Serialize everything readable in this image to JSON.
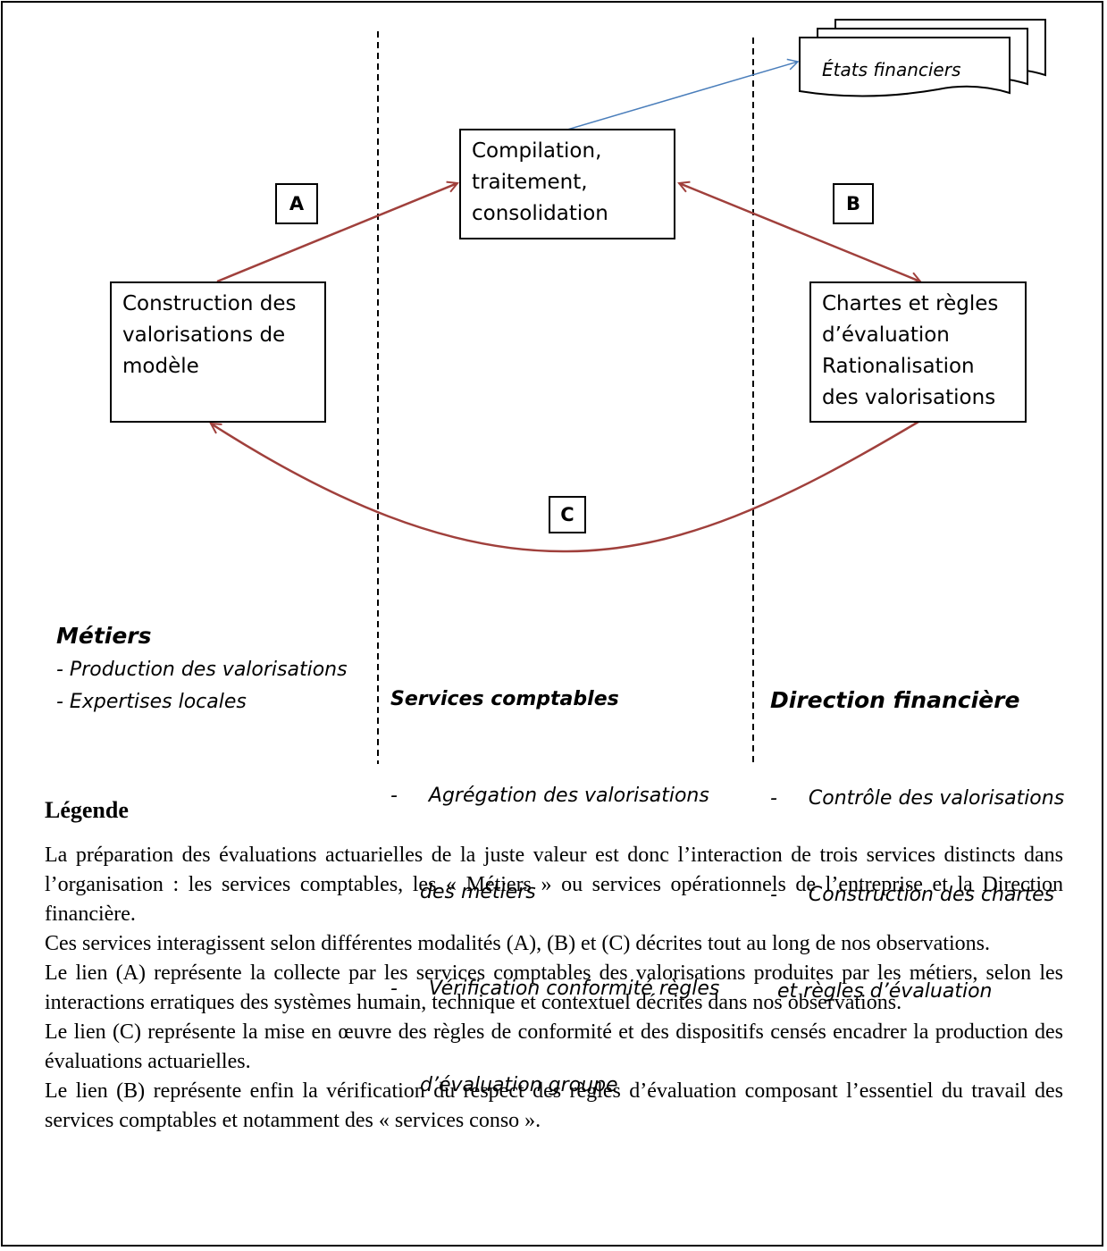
{
  "diagram": {
    "box_compilation": [
      "Compilation,",
      "traitement,",
      "consolidation"
    ],
    "box_construction": [
      "Construction des",
      "valorisations de",
      "modèle"
    ],
    "box_chartes": [
      "Chartes et règles",
      "d’évaluation",
      "Rationalisation",
      "des valorisations"
    ],
    "document_label": "États financiers",
    "link_labels": {
      "a": "A",
      "b": "B",
      "c": "C"
    },
    "colors": {
      "link": "#A0403C",
      "doc_link": "#4A7EBB"
    }
  },
  "columns": {
    "metiers": {
      "title": "Métiers",
      "items": [
        "- Production des valorisations",
        "- Expertises locales"
      ]
    },
    "services": {
      "title": "Services comptables",
      "items": [
        "-     Agrégation des valorisations",
        "des métiers",
        "-     Vérification conformité règles",
        "d’évaluation groupe"
      ]
    },
    "direction": {
      "title": "Direction financière",
      "items": [
        "-     Contrôle des valorisations",
        "-     Construction des chartes",
        "et règles d’évaluation"
      ]
    }
  },
  "legend": {
    "title": "Légende",
    "paragraphs": [
      "La préparation des évaluations actuarielles de la juste valeur est donc l’interaction de trois services distincts dans l’organisation : les services comptables, les « Métiers » ou services opérationnels de l’entreprise et la Direction financière.",
      "Ces services interagissent selon différentes modalités (A), (B) et (C) décrites tout au long de nos observations.",
      "Le lien (A) représente la collecte par les services comptables des valorisations produites par les métiers, selon les interactions erratiques des systèmes humain, technique et contextuel décrites dans nos observations.",
      "Le lien (C) représente la mise en œuvre des règles de conformité et des dispositifs censés encadrer la production des évaluations actuarielles.",
      "Le lien (B) représente enfin la vérification du respect des règles d’évaluation composant l’essentiel du travail des services comptables et notamment des « services conso »."
    ]
  }
}
